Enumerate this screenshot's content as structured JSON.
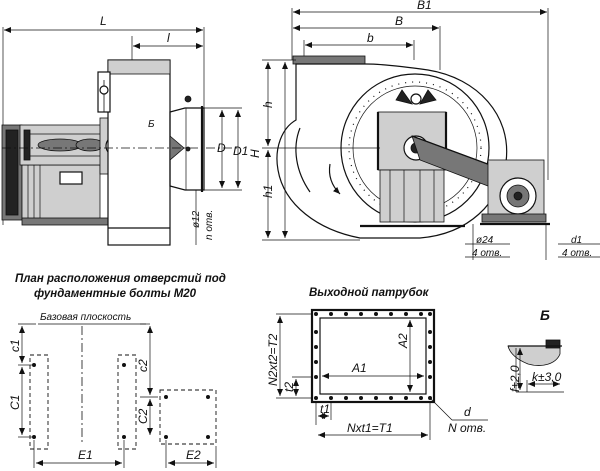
{
  "top_left_view": {
    "dim_L": "L",
    "dim_l": "l",
    "dim_D": "D",
    "dim_D1": "D1",
    "section_letter": "Б",
    "hole_dia": "ø12",
    "hole_note": "n отв."
  },
  "top_right_view": {
    "dim_B1": "B1",
    "dim_B": "B",
    "dim_b": "b",
    "dim_h": "h",
    "dim_H": "H",
    "dim_h1": "h1",
    "hole_dia": "ø24",
    "hole_count": "4 отв.",
    "dim_d1": "d1",
    "d1_count": "4 отв."
  },
  "foundation_plan": {
    "caption_line1": "План расположения отверстий под",
    "caption_line2": "фундаментные болты М20",
    "base_plane": "Базовая плоскость",
    "dim_c1": "c1",
    "dim_C1": "C1",
    "dim_c2": "c2",
    "dim_C2": "C2",
    "dim_E1": "E1",
    "dim_E2": "E2"
  },
  "outlet": {
    "caption": "Выходной патрубок",
    "dim_N2": "N2xt2=T2",
    "dim_A2": "A2",
    "dim_A1": "A1",
    "dim_t2": "t2",
    "dim_t1": "t1",
    "dim_T1": "Nxt1=T1",
    "dim_d": "d",
    "d_count": "N отв."
  },
  "detail_b": {
    "title": "Б",
    "dim_f": "f±2,0",
    "dim_k": "k±3,0"
  }
}
